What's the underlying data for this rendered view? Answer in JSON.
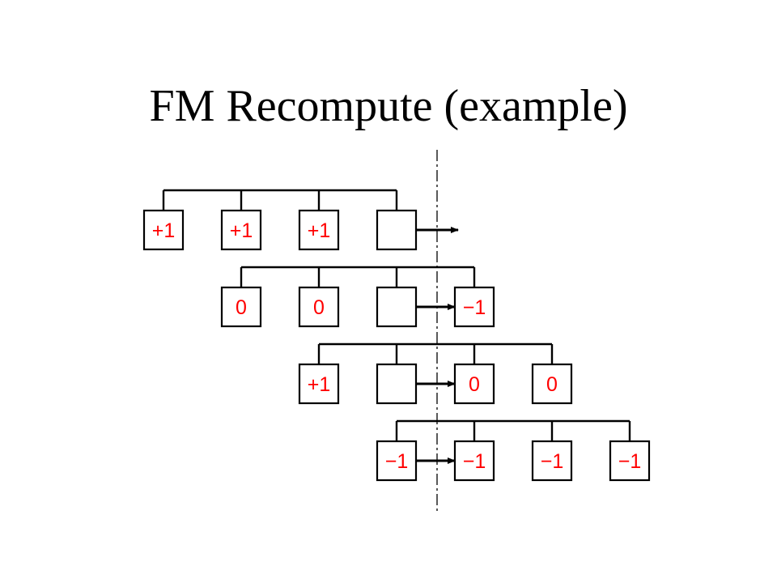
{
  "title": "FM Recompute (example)",
  "colors": {
    "value_text": "#ff0000",
    "stroke": "#000000"
  },
  "rows": [
    {
      "cells": [
        "+1",
        "+1",
        "+1",
        ""
      ]
    },
    {
      "cells": [
        "0",
        "0",
        "",
        "−1"
      ]
    },
    {
      "cells": [
        "+1",
        "",
        "0",
        "0"
      ]
    },
    {
      "cells": [
        "−1",
        "−1",
        "−1",
        "−1"
      ]
    }
  ]
}
